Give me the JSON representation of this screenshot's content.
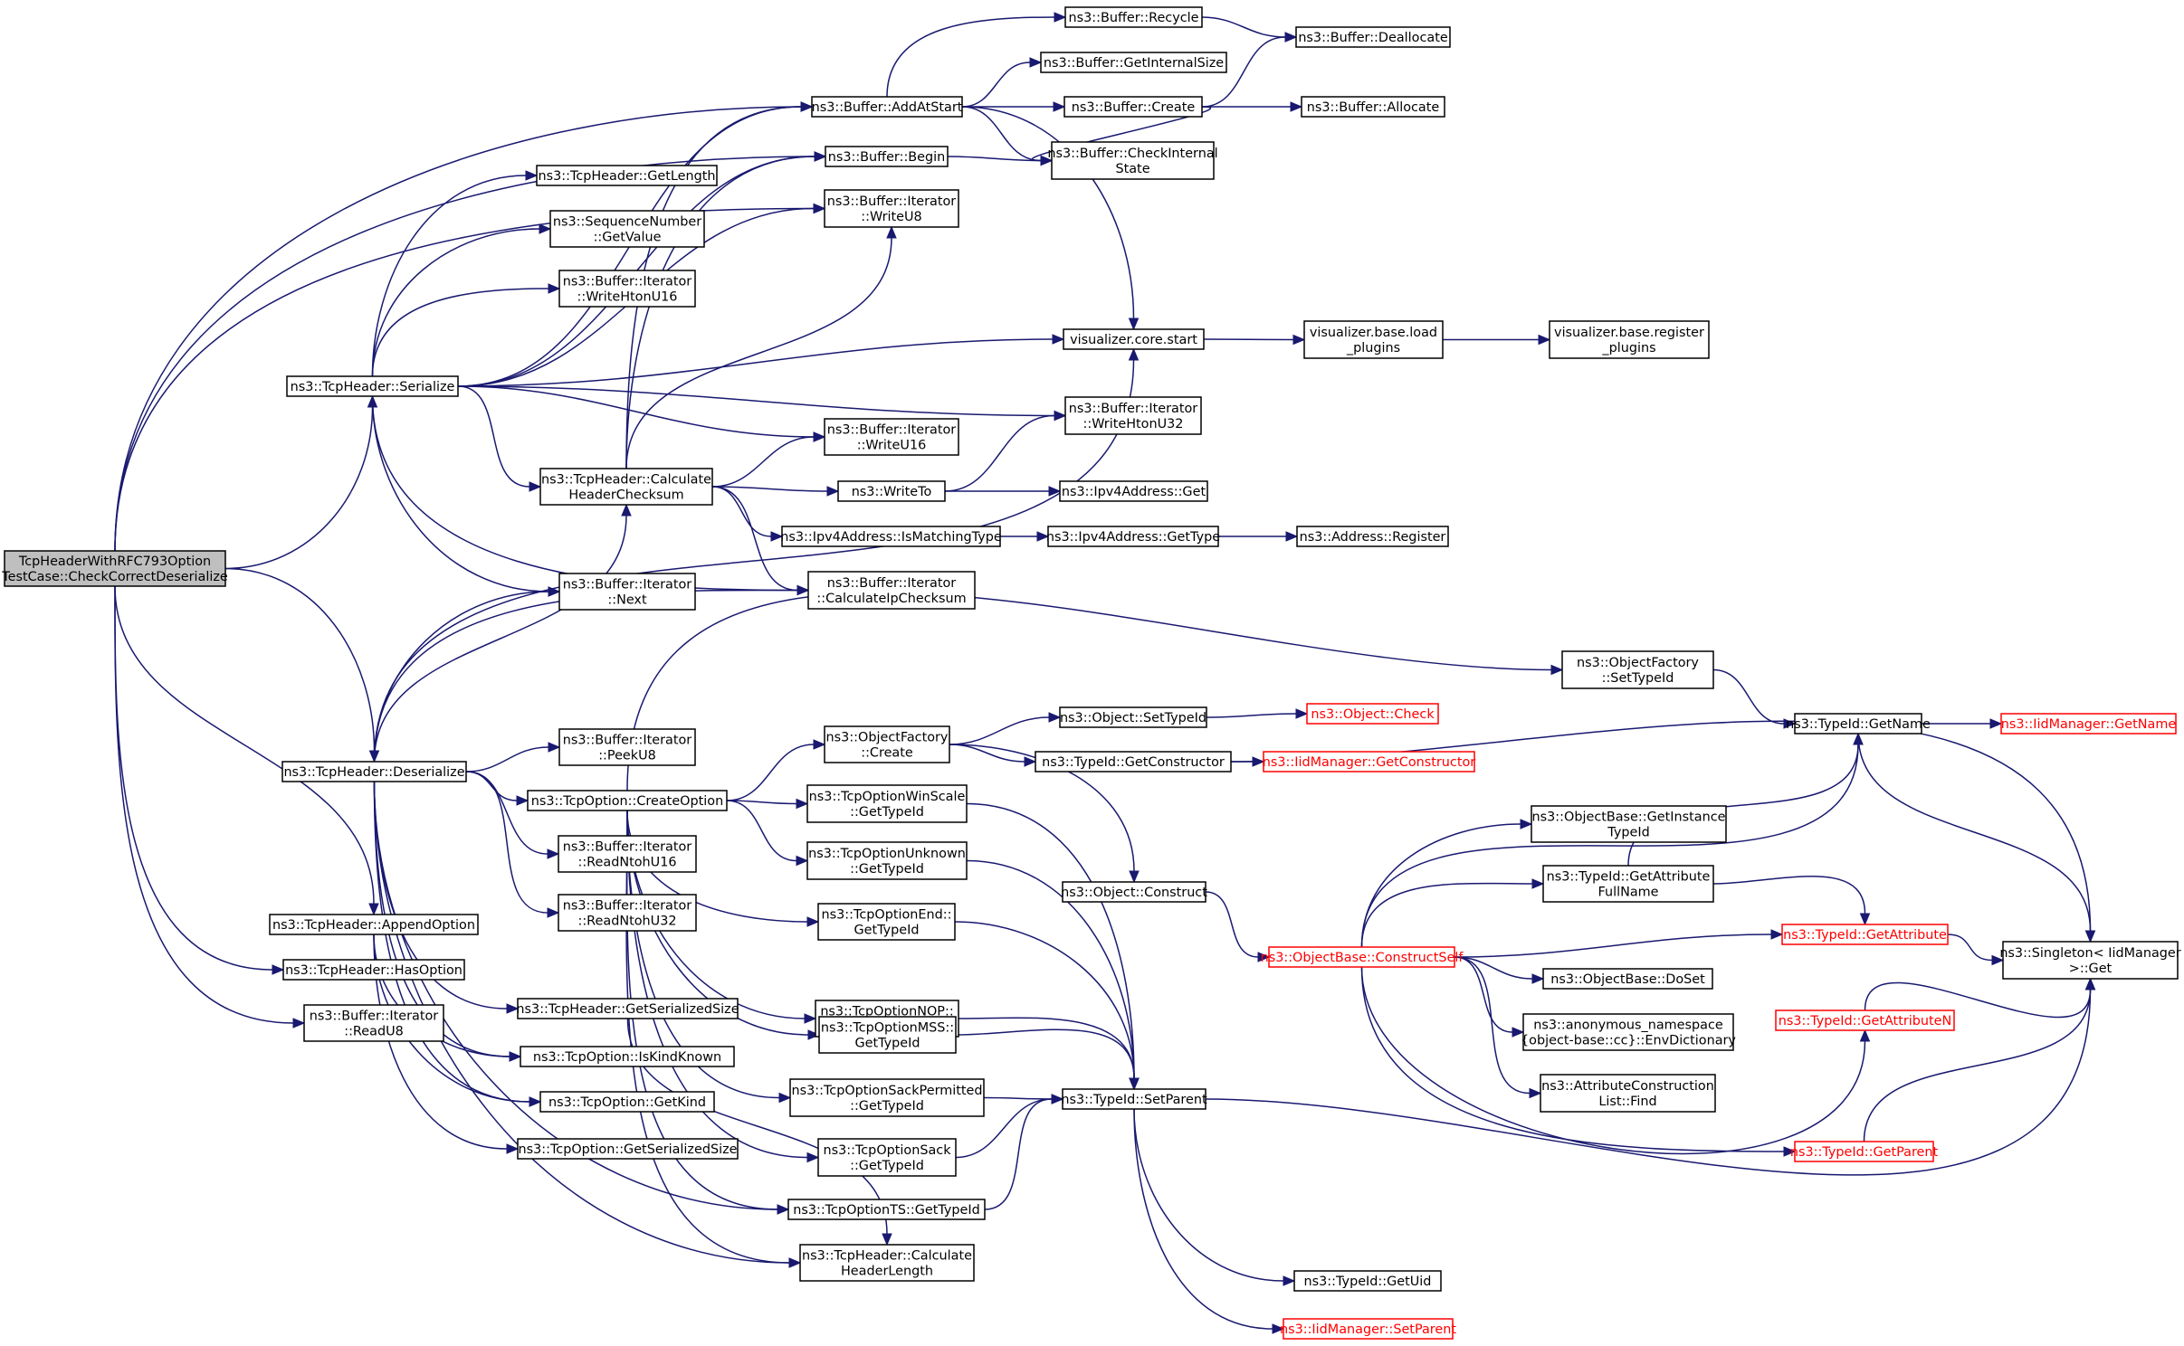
{
  "colors": {
    "edge": "#191970",
    "root_fill": "#bfbfbf",
    "truncated": "#ff0000",
    "node_border": "#000000"
  },
  "nodes": [
    {
      "id": "root",
      "lines": [
        "TcpHeaderWithRFC793Option",
        "TestCase::CheckCorrectDeserialize"
      ],
      "root": true
    },
    {
      "id": "ser",
      "lines": [
        "ns3::TcpHeader::Serialize"
      ]
    },
    {
      "id": "deser",
      "lines": [
        "ns3::TcpHeader::Deserialize"
      ]
    },
    {
      "id": "append",
      "lines": [
        "ns3::TcpHeader::AppendOption"
      ]
    },
    {
      "id": "hasopt",
      "lines": [
        "ns3::TcpHeader::HasOption"
      ]
    },
    {
      "id": "readu8",
      "lines": [
        "ns3::Buffer::Iterator",
        "::ReadU8"
      ]
    },
    {
      "id": "addatstart",
      "lines": [
        "ns3::Buffer::AddAtStart"
      ]
    },
    {
      "id": "begin",
      "lines": [
        "ns3::Buffer::Begin"
      ]
    },
    {
      "id": "writeu8",
      "lines": [
        "ns3::Buffer::Iterator",
        "::WriteU8"
      ]
    },
    {
      "id": "getlength",
      "lines": [
        "ns3::TcpHeader::GetLength"
      ]
    },
    {
      "id": "seqget",
      "lines": [
        "ns3::SequenceNumber",
        "::GetValue"
      ]
    },
    {
      "id": "writehtonu16",
      "lines": [
        "ns3::Buffer::Iterator",
        "::WriteHtonU16"
      ]
    },
    {
      "id": "calchk",
      "lines": [
        "ns3::TcpHeader::Calculate",
        "HeaderChecksum"
      ]
    },
    {
      "id": "next",
      "lines": [
        "ns3::Buffer::Iterator",
        "::Next"
      ]
    },
    {
      "id": "peeku8",
      "lines": [
        "ns3::Buffer::Iterator",
        "::PeekU8"
      ]
    },
    {
      "id": "createopt",
      "lines": [
        "ns3::TcpOption::CreateOption"
      ]
    },
    {
      "id": "readntohu16",
      "lines": [
        "ns3::Buffer::Iterator",
        "::ReadNtohU16"
      ]
    },
    {
      "id": "readntohu32",
      "lines": [
        "ns3::Buffer::Iterator",
        "::ReadNtohU32"
      ]
    },
    {
      "id": "getsersize",
      "lines": [
        "ns3::TcpHeader::GetSerializedSize"
      ]
    },
    {
      "id": "iskindknown",
      "lines": [
        "ns3::TcpOption::IsKindKnown"
      ]
    },
    {
      "id": "getkind",
      "lines": [
        "ns3::TcpOption::GetKind"
      ]
    },
    {
      "id": "optgetsersize",
      "lines": [
        "ns3::TcpOption::GetSerializedSize"
      ]
    },
    {
      "id": "recycle",
      "lines": [
        "ns3::Buffer::Recycle"
      ]
    },
    {
      "id": "getinternalsize",
      "lines": [
        "ns3::Buffer::GetInternalSize"
      ]
    },
    {
      "id": "create",
      "lines": [
        "ns3::Buffer::Create"
      ]
    },
    {
      "id": "checkinternal",
      "lines": [
        "ns3::Buffer::CheckInternal",
        "State"
      ]
    },
    {
      "id": "dealloc",
      "lines": [
        "ns3::Buffer::Deallocate"
      ]
    },
    {
      "id": "alloc",
      "lines": [
        "ns3::Buffer::Allocate"
      ]
    },
    {
      "id": "vizstart",
      "lines": [
        "visualizer.core.start"
      ]
    },
    {
      "id": "vizload",
      "lines": [
        "visualizer.base.load",
        "_plugins"
      ]
    },
    {
      "id": "vizreg",
      "lines": [
        "visualizer.base.register",
        "_plugins"
      ]
    },
    {
      "id": "writehtonu32",
      "lines": [
        "ns3::Buffer::Iterator",
        "::WriteHtonU32"
      ]
    },
    {
      "id": "writeu16",
      "lines": [
        "ns3::Buffer::Iterator",
        "::WriteU16"
      ]
    },
    {
      "id": "writeto",
      "lines": [
        "ns3::WriteTo"
      ]
    },
    {
      "id": "ipv4get",
      "lines": [
        "ns3::Ipv4Address::Get"
      ]
    },
    {
      "id": "ismatching",
      "lines": [
        "ns3::Ipv4Address::IsMatchingType"
      ]
    },
    {
      "id": "gettype",
      "lines": [
        "ns3::Ipv4Address::GetType"
      ]
    },
    {
      "id": "addrreg",
      "lines": [
        "ns3::Address::Register"
      ]
    },
    {
      "id": "calcip",
      "lines": [
        "ns3::Buffer::Iterator",
        "::CalculateIpChecksum"
      ]
    },
    {
      "id": "ofcreate",
      "lines": [
        "ns3::ObjectFactory",
        "::Create"
      ]
    },
    {
      "id": "ofsettype",
      "lines": [
        "ns3::ObjectFactory",
        "::SetTypeId"
      ]
    },
    {
      "id": "objsettype",
      "lines": [
        "ns3::Object::SetTypeId"
      ]
    },
    {
      "id": "objcheck",
      "lines": [
        "ns3::Object::Check"
      ],
      "truncated": true
    },
    {
      "id": "getctor",
      "lines": [
        "ns3::TypeId::GetConstructor"
      ]
    },
    {
      "id": "iidgetctor",
      "lines": [
        "ns3::IidManager::GetConstructor"
      ],
      "truncated": true
    },
    {
      "id": "objconstruct",
      "lines": [
        "ns3::Object::Construct"
      ]
    },
    {
      "id": "winscale",
      "lines": [
        "ns3::TcpOptionWinScale",
        "::GetTypeId"
      ]
    },
    {
      "id": "unknown",
      "lines": [
        "ns3::TcpOptionUnknown",
        "::GetTypeId"
      ]
    },
    {
      "id": "optend",
      "lines": [
        "ns3::TcpOptionEnd::",
        "GetTypeId"
      ]
    },
    {
      "id": "optnop",
      "lines": [
        "ns3::TcpOptionNOP::",
        "GetTypeId"
      ]
    },
    {
      "id": "optmss",
      "lines": [
        "ns3::TcpOptionMSS::",
        "GetTypeId"
      ]
    },
    {
      "id": "sackperm",
      "lines": [
        "ns3::TcpOptionSackPermitted",
        "::GetTypeId"
      ]
    },
    {
      "id": "sack",
      "lines": [
        "ns3::TcpOptionSack",
        "::GetTypeId"
      ]
    },
    {
      "id": "optts",
      "lines": [
        "ns3::TcpOptionTS::GetTypeId"
      ]
    },
    {
      "id": "calclen",
      "lines": [
        "ns3::TcpHeader::Calculate",
        "HeaderLength"
      ]
    },
    {
      "id": "setparent",
      "lines": [
        "ns3::TypeId::SetParent"
      ]
    },
    {
      "id": "getuid",
      "lines": [
        "ns3::TypeId::GetUid"
      ]
    },
    {
      "id": "iidsetparent",
      "lines": [
        "ns3::IidManager::SetParent"
      ],
      "truncated": true
    },
    {
      "id": "constructself",
      "lines": [
        "ns3::ObjectBase::ConstructSelf"
      ],
      "truncated": true
    },
    {
      "id": "getinst",
      "lines": [
        "ns3::ObjectBase::GetInstance",
        "TypeId"
      ]
    },
    {
      "id": "getattrfull",
      "lines": [
        "ns3::TypeId::GetAttribute",
        "FullName"
      ]
    },
    {
      "id": "doset",
      "lines": [
        "ns3::ObjectBase::DoSet"
      ]
    },
    {
      "id": "envdict",
      "lines": [
        "ns3::anonymous_namespace",
        "{object-base::cc}::EnvDictionary"
      ]
    },
    {
      "id": "attrfind",
      "lines": [
        "ns3::AttributeConstruction",
        "List::Find"
      ]
    },
    {
      "id": "getname",
      "lines": [
        "ns3::TypeId::GetName"
      ]
    },
    {
      "id": "iidgetname",
      "lines": [
        "ns3::IidManager::GetName"
      ],
      "truncated": true
    },
    {
      "id": "getattr",
      "lines": [
        "ns3::TypeId::GetAttribute"
      ],
      "truncated": true
    },
    {
      "id": "getattrn",
      "lines": [
        "ns3::TypeId::GetAttributeN"
      ],
      "truncated": true
    },
    {
      "id": "getparent",
      "lines": [
        "ns3::TypeId::GetParent"
      ],
      "truncated": true
    },
    {
      "id": "singleton",
      "lines": [
        "ns3::Singleton< IidManager",
        ">::Get"
      ]
    }
  ],
  "edges": [
    [
      "root",
      "addatstart"
    ],
    [
      "root",
      "begin"
    ],
    [
      "root",
      "writeu8"
    ],
    [
      "root",
      "ser"
    ],
    [
      "root",
      "deser"
    ],
    [
      "root",
      "append"
    ],
    [
      "root",
      "hasopt"
    ],
    [
      "root",
      "readu8"
    ],
    [
      "ser",
      "addatstart"
    ],
    [
      "ser",
      "begin"
    ],
    [
      "ser",
      "writeu8"
    ],
    [
      "ser",
      "getlength"
    ],
    [
      "ser",
      "seqget"
    ],
    [
      "ser",
      "writehtonu16"
    ],
    [
      "ser",
      "vizstart"
    ],
    [
      "ser",
      "writehtonu32"
    ],
    [
      "ser",
      "writeu16"
    ],
    [
      "ser",
      "calchk"
    ],
    [
      "ser",
      "calcip"
    ],
    [
      "ser",
      "next"
    ],
    [
      "calchk",
      "addatstart"
    ],
    [
      "calchk",
      "begin"
    ],
    [
      "calchk",
      "writeu8"
    ],
    [
      "calchk",
      "writeu16"
    ],
    [
      "calchk",
      "writeto"
    ],
    [
      "calchk",
      "ismatching"
    ],
    [
      "calchk",
      "calcip"
    ],
    [
      "addatstart",
      "recycle"
    ],
    [
      "addatstart",
      "getinternalsize"
    ],
    [
      "addatstart",
      "create"
    ],
    [
      "addatstart",
      "checkinternal"
    ],
    [
      "addatstart",
      "vizstart"
    ],
    [
      "recycle",
      "dealloc"
    ],
    [
      "create",
      "dealloc"
    ],
    [
      "create",
      "alloc"
    ],
    [
      "create",
      "checkinternal"
    ],
    [
      "begin",
      "checkinternal"
    ],
    [
      "vizstart",
      "vizload"
    ],
    [
      "vizload",
      "vizreg"
    ],
    [
      "writeto",
      "writehtonu32"
    ],
    [
      "writeto",
      "ipv4get"
    ],
    [
      "ismatching",
      "gettype"
    ],
    [
      "gettype",
      "addrreg"
    ],
    [
      "deser",
      "calchk"
    ],
    [
      "deser",
      "next"
    ],
    [
      "deser",
      "calcip"
    ],
    [
      "deser",
      "vizstart"
    ],
    [
      "deser",
      "peeku8"
    ],
    [
      "deser",
      "createopt"
    ],
    [
      "deser",
      "readntohu16"
    ],
    [
      "deser",
      "readntohu32"
    ],
    [
      "deser",
      "getsersize"
    ],
    [
      "deser",
      "iskindknown"
    ],
    [
      "deser",
      "getkind"
    ],
    [
      "deser",
      "calclen"
    ],
    [
      "deser",
      "optts"
    ],
    [
      "append",
      "iskindknown"
    ],
    [
      "append",
      "getkind"
    ],
    [
      "append",
      "optgetsersize"
    ],
    [
      "getsersize",
      "calclen"
    ],
    [
      "createopt",
      "ofsettype"
    ],
    [
      "createopt",
      "ofcreate"
    ],
    [
      "createopt",
      "winscale"
    ],
    [
      "createopt",
      "unknown"
    ],
    [
      "createopt",
      "optend"
    ],
    [
      "createopt",
      "optnop"
    ],
    [
      "createopt",
      "optmss"
    ],
    [
      "createopt",
      "sackperm"
    ],
    [
      "createopt",
      "sack"
    ],
    [
      "createopt",
      "optts"
    ],
    [
      "createopt",
      "calclen"
    ],
    [
      "ofcreate",
      "objsettype"
    ],
    [
      "ofcreate",
      "getctor"
    ],
    [
      "ofcreate",
      "objconstruct"
    ],
    [
      "objsettype",
      "objcheck"
    ],
    [
      "getctor",
      "iidgetctor"
    ],
    [
      "getctor",
      "singleton"
    ],
    [
      "objconstruct",
      "constructself"
    ],
    [
      "ofsettype",
      "getname"
    ],
    [
      "winscale",
      "setparent"
    ],
    [
      "unknown",
      "setparent"
    ],
    [
      "optend",
      "setparent"
    ],
    [
      "optnop",
      "setparent"
    ],
    [
      "optmss",
      "setparent"
    ],
    [
      "sackperm",
      "setparent"
    ],
    [
      "sack",
      "setparent"
    ],
    [
      "optts",
      "setparent"
    ],
    [
      "setparent",
      "getuid"
    ],
    [
      "setparent",
      "iidsetparent"
    ],
    [
      "setparent",
      "singleton"
    ],
    [
      "constructself",
      "getname"
    ],
    [
      "constructself",
      "getinst"
    ],
    [
      "constructself",
      "getattrfull"
    ],
    [
      "constructself",
      "getattr"
    ],
    [
      "constructself",
      "doset"
    ],
    [
      "constructself",
      "envdict"
    ],
    [
      "constructself",
      "attrfind"
    ],
    [
      "constructself",
      "getattrn"
    ],
    [
      "constructself",
      "getparent"
    ],
    [
      "getattrfull",
      "getname"
    ],
    [
      "getattrfull",
      "getattr"
    ],
    [
      "getname",
      "iidgetname"
    ],
    [
      "getname",
      "singleton"
    ],
    [
      "getattr",
      "singleton"
    ],
    [
      "getattrn",
      "singleton"
    ],
    [
      "getparent",
      "singleton"
    ]
  ]
}
